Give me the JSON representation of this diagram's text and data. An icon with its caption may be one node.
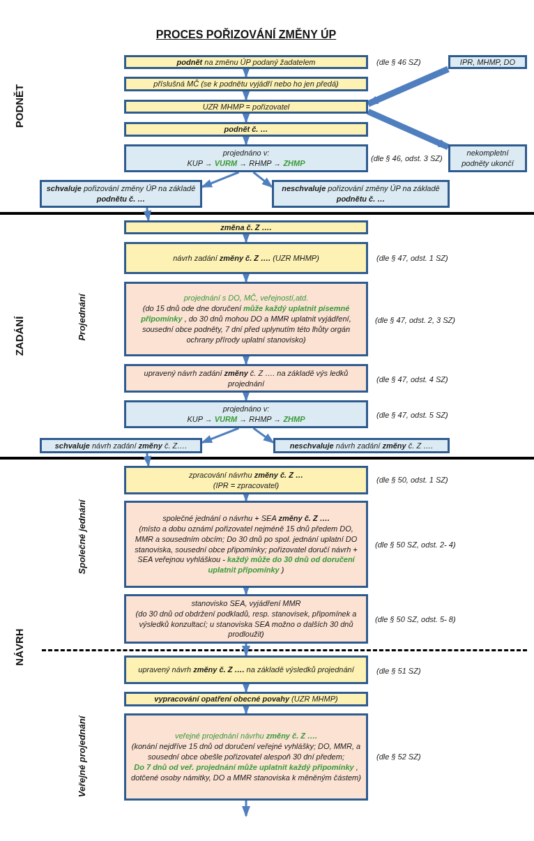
{
  "diagram": {
    "title": "PROCES POŘIZOVÁNÍ ZMĚNY ÚP",
    "nodes": [
      {
        "text": [
          "**podnět** na změnu ÚP podaný žadatelem"
        ],
        "beside": [
          "(dle § 46 SZ)"
        ]
      },
      {
        "text": [
          "příslušná MČ (se k podnětu vyjádří nebo ho jen předá)"
        ]
      },
      {
        "text": [
          "UZR MHMP = pořizovatel"
        ]
      },
      {
        "text": [
          "podnět č. …"
        ]
      },
      {
        "text": [
          "projednáno v:",
          "KUP → **VURM** → RHMP → **ZHMP**"
        ],
        "beside": [
          "(dle § 46, odst. 3 SZ)"
        ]
      },
      {
        "text": [
          "IPR, MHMP, DO"
        ]
      },
      {
        "text": [
          "nekompletní podněty ukončí"
        ]
      },
      {
        "text": [
          "**schvaluje** pořizování změny ÚP na základě **podnětu č. …**"
        ]
      },
      {
        "text": [
          "**neschvaluje** pořizování změny ÚP na základě **podnětu č. …**"
        ]
      },
      {
        "text": [
          "změna č. Z …."
        ]
      },
      {
        "text": [
          "návrh zadání **změny č. Z ….** (UZR MHMP)"
        ],
        "beside": [
          "(dle § 47, odst. 1 SZ)"
        ]
      },
      {
        "text": [
          "projednání s DO, MČ, veřejností,atd.",
          "(do 15 dnů ode dne doručení **může každý uplatnit písemné připomínky** , do 30 dnů mohou DO a MMR uplatnit vyjádření, sousední obce podněty, 7 dní před uplynutím této lhůty orgán ochrany přírody uplatní stanovisko)"
        ],
        "beside": [
          "(dle § 47, odst. 2, 3 SZ)"
        ]
      },
      {
        "text": [
          "upravený návrh zadání **změny** č. Z …. na základě výs ledků projednání"
        ],
        "beside": [
          "(dle § 47, odst. 4 SZ)"
        ]
      },
      {
        "text": [
          "projednáno v:",
          "KUP → **VURM** → RHMP → **ZHMP**"
        ],
        "beside": [
          "(dle § 47, odst. 5 SZ)"
        ]
      },
      {
        "text": [
          "**schvaluje** návrh zadání **změny** č. Z…."
        ]
      },
      {
        "text": [
          "**neschvaluje** návrh zadání **změny** č. Z …."
        ]
      },
      {
        "text": [
          "zpracování návrhu **změny č. Z …**",
          "(IPR = zpracovatel)"
        ],
        "beside": [
          "(dle § 50, odst. 1 SZ)"
        ]
      },
      {
        "text": [
          "společné jednání o návrhu + SEA **změny č. Z ….**",
          "(místo a dobu oznámí pořizovatel nejméně 15 dnů předem DO, MMR a sousedním obcím; Do 30 dnů po spol. jednání uplatní DO stanoviska, sousední obce připomínky; pořizovatel doručí návrh + SEA veřejnou vyhláškou - **každý může do 30 dnů od doručení uplatnit připomínky** )"
        ],
        "beside": [
          "(dle § 50 SZ, odst. 2- 4)"
        ]
      },
      {
        "text": [
          "stanovisko SEA, vyjádření MMR",
          "(do 30 dnů od obdržení podkladů, resp. stanovisek, připomínek a výsledků konzultací; u stanoviska SEA možno o dalších 30 dnů prodloužit)"
        ],
        "beside": [
          "(dle § 50 SZ, odst. 5- 8)"
        ]
      },
      {
        "text": [
          "upravený návrh **změny č. Z ….** na základě výsledků projednání"
        ],
        "beside": [
          "(dle § 51 SZ)"
        ]
      },
      {
        "text": [
          "**vypracování opatření obecné povahy** (UZR MHMP)"
        ]
      },
      {
        "text": [
          "veřejné projednání návrhu **změny č. Z ….**",
          "(konání nejdříve 15 dnů od doručení veřejné vyhlášky; DO, MMR, a sousední obce obešle pořizovatel alespoň 30 dní předem;",
          "**Do 7 dnů od veř. projednání může uplatnit každý připomínky** , dotčené osoby námitky, DO a MMR stanoviska k měněným částem)"
        ],
        "beside": [
          "(dle § 52 SZ)"
        ]
      }
    ],
    "edges": [
      {
        "from": 0,
        "to": 1,
        "arrow": "to"
      },
      {
        "from": 1,
        "to": 2,
        "arrow": "to"
      },
      {
        "from": 2,
        "to": 3,
        "arrow": "to"
      },
      {
        "from": 3,
        "to": 4,
        "arrow": "to"
      },
      {
        "from": 4,
        "to": 7,
        "arrow": "to"
      },
      {
        "from": 4,
        "to": 8,
        "arrow": "to"
      },
      {
        "from": 7,
        "to": 9,
        "arrow": "to"
      },
      {
        "from": 5,
        "to": 2,
        "arrow": "to",
        "style": "thick"
      },
      {
        "from": 2,
        "to": 6,
        "arrow": "to",
        "style": "thick"
      },
      {
        "from": 9,
        "to": 10,
        "arrow": "to"
      },
      {
        "from": 10,
        "to": 11,
        "arrow": "to"
      },
      {
        "from": 11,
        "to": 12,
        "arrow": "to"
      },
      {
        "from": 12,
        "to": 13,
        "arrow": "to"
      },
      {
        "from": 13,
        "to": 14,
        "arrow": "to"
      },
      {
        "from": 13,
        "to": 15,
        "arrow": "to"
      },
      {
        "from": 14,
        "to": 16,
        "arrow": "to"
      },
      {
        "from": 16,
        "to": 17,
        "arrow": "to"
      },
      {
        "from": 17,
        "to": 18,
        "arrow": "to"
      },
      {
        "from": 18,
        "to": 19,
        "arrow": "to"
      },
      {
        "from": 19,
        "to": 20,
        "arrow": "to"
      },
      {
        "from": 20,
        "to": 21,
        "arrow": "to"
      },
      {
        "from": 21,
        "to": null,
        "arrow": "to"
      }
    ],
    "labels": [
      "PODNĚT",
      "ZADÁNÍ",
      "Projednání",
      "Společné jednání",
      "NÁVRH",
      "Veřejné projednání"
    ]
  }
}
